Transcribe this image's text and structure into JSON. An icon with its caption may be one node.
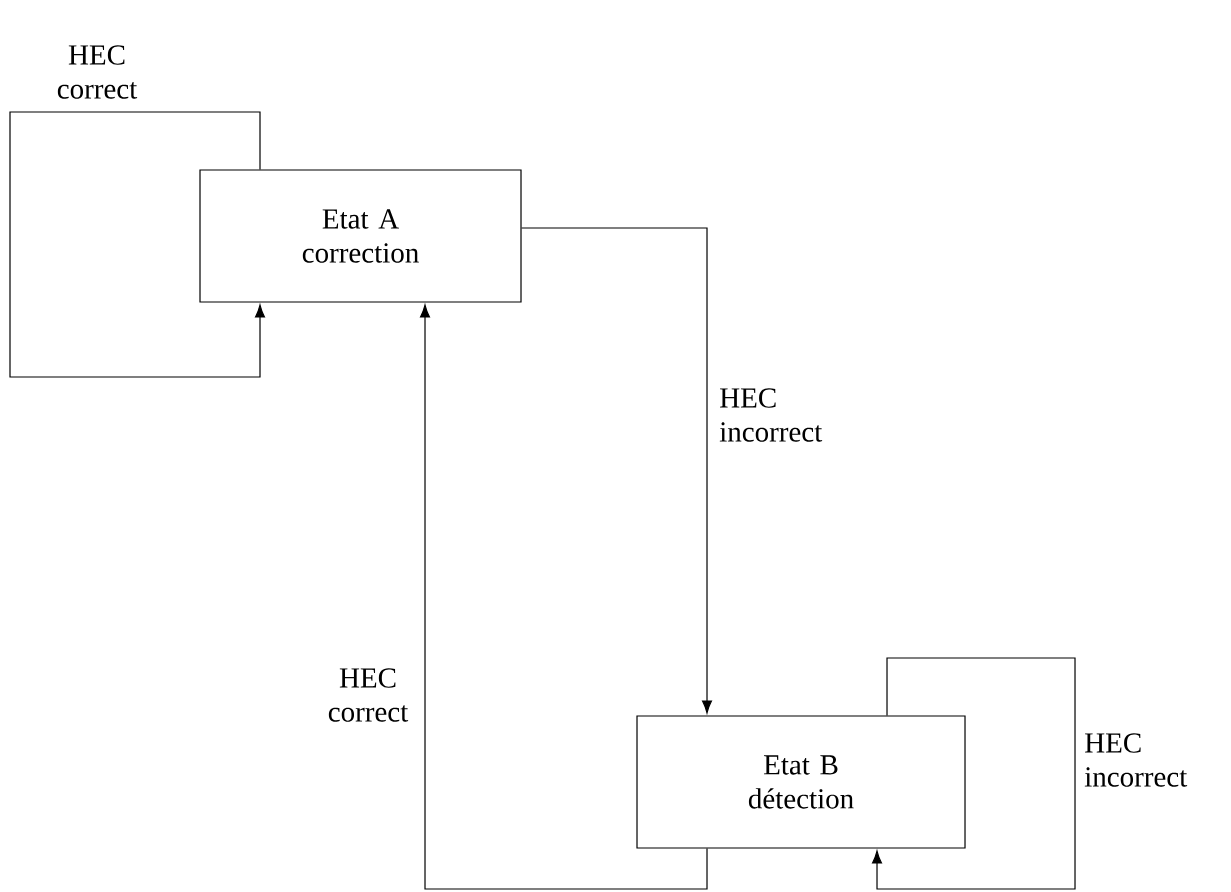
{
  "diagram": {
    "nodes": [
      {
        "text": [
          "Etat A correction"
        ]
      },
      {
        "text": [
          "Etat B détection"
        ]
      }
    ],
    "edges": [
      {
        "from": 0,
        "to": 0,
        "arrow": "to",
        "label": "HEC correct"
      },
      {
        "from": 0,
        "to": 1,
        "arrow": "to",
        "label": "HEC incorrect"
      },
      {
        "from": 1,
        "to": 0,
        "arrow": "to",
        "label": "HEC correct"
      },
      {
        "from": 1,
        "to": 1,
        "arrow": "to",
        "label": "HEC incorrect"
      }
    ]
  }
}
